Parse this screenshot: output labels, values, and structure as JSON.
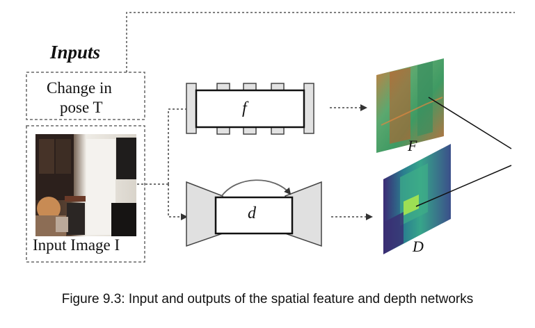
{
  "inputs": {
    "heading": "Inputs",
    "pose_label_line1": "Change in",
    "pose_label_line2": "pose T",
    "image_caption": "Input Image I"
  },
  "networks": {
    "feature_label": "f",
    "depth_label": "d"
  },
  "outputs": {
    "feature_map_label": "F",
    "depth_map_label": "D"
  },
  "caption": "Figure 9.3: Input and outputs of the spatial feature and depth networks",
  "colors": {
    "box_fill": "#e6e6e6",
    "stroke": "#333333",
    "dashed": "#666666",
    "feature_map": [
      "#c96a3a",
      "#4caf7a",
      "#3d8f5c"
    ],
    "depth_map": [
      "#3b1f6b",
      "#2a7f8f",
      "#5fc46b"
    ]
  },
  "icons": {
    "input_photo": "kitchen-photo",
    "feature_map": "feature-map-image",
    "depth_map": "depth-map-image"
  }
}
